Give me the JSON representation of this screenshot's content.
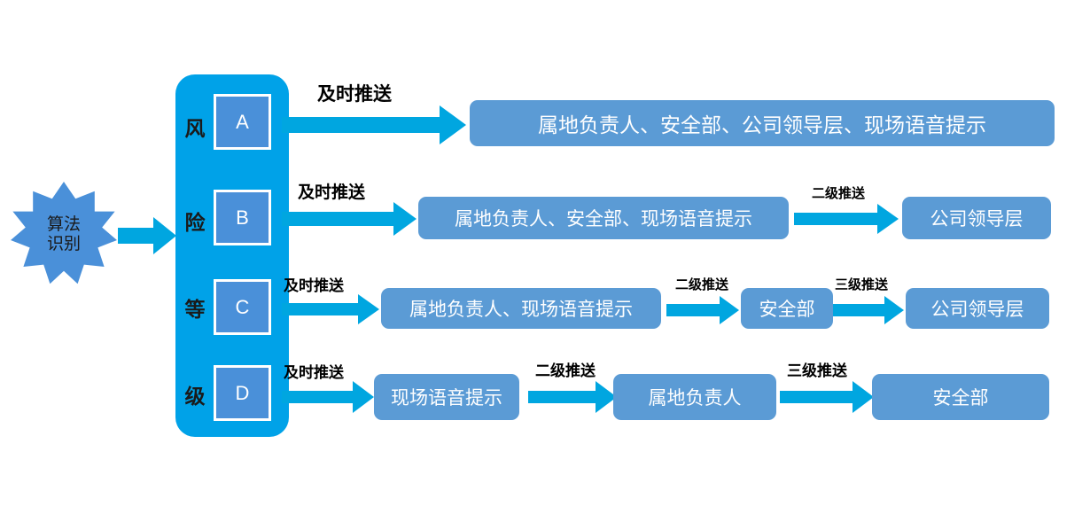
{
  "diagram": {
    "title_node": {
      "label": "算法\n识别",
      "name": "algorithm-recognition"
    },
    "column": {
      "vertical_label_chars": [
        "风",
        "险",
        "等",
        "级"
      ],
      "grades": [
        "A",
        "B",
        "C",
        "D"
      ]
    },
    "colors": {
      "column_blue": "#00a2e8",
      "box_blue": "#5b9bd5",
      "arrow_blue": "#00a6e0",
      "star_blue": "#4a90d9",
      "text_dark": "#1a1a1a"
    },
    "rows": [
      {
        "grade": "A",
        "steps": [
          {
            "caption": "及时推送",
            "target": "属地负责人、安全部、公司领导层、现场语音提示"
          }
        ]
      },
      {
        "grade": "B",
        "steps": [
          {
            "caption": "及时推送",
            "target": "属地负责人、安全部、现场语音提示"
          },
          {
            "caption": "二级推送",
            "target": "公司领导层"
          }
        ]
      },
      {
        "grade": "C",
        "steps": [
          {
            "caption": "及时推送",
            "target": "属地负责人、现场语音提示"
          },
          {
            "caption": "二级推送",
            "target": "安全部"
          },
          {
            "caption": "三级推送",
            "target": "公司领导层"
          }
        ]
      },
      {
        "grade": "D",
        "steps": [
          {
            "caption": "及时推送",
            "target": "现场语音提示"
          },
          {
            "caption": "二级推送",
            "target": "属地负责人"
          },
          {
            "caption": "三级推送",
            "target": "安全部"
          }
        ]
      }
    ]
  }
}
